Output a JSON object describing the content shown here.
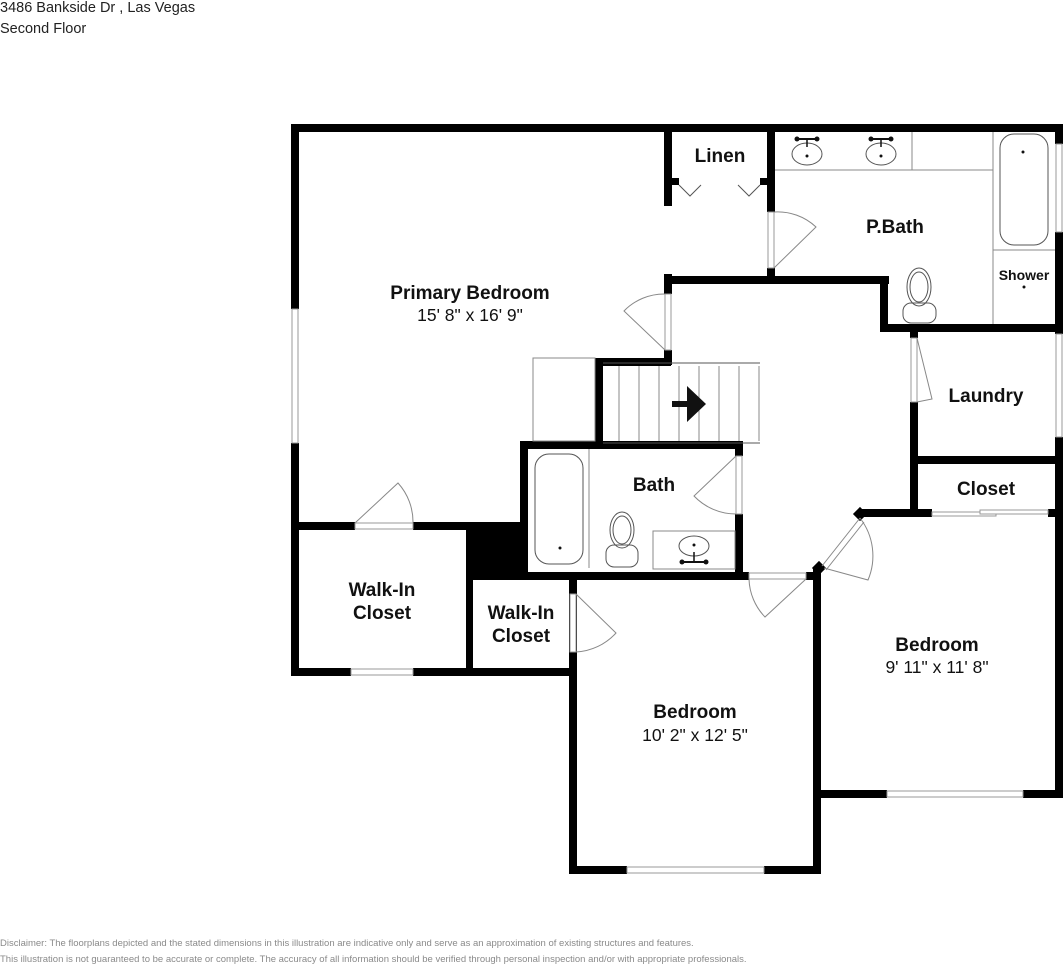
{
  "header": {
    "address": "3486 Bankside Dr , Las Vegas",
    "floor": "Second Floor"
  },
  "rooms": {
    "primary_bedroom": {
      "name": "Primary Bedroom",
      "dims": "15' 8\" x 16' 9\""
    },
    "linen": {
      "name": "Linen"
    },
    "p_bath": {
      "name": "P.Bath"
    },
    "shower": {
      "name": "Shower"
    },
    "laundry": {
      "name": "Laundry"
    },
    "closet": {
      "name": "Closet"
    },
    "bath": {
      "name": "Bath"
    },
    "walk_in_closet_1": {
      "line1": "Walk-In",
      "line2": "Closet"
    },
    "walk_in_closet_2": {
      "line1": "Walk-In",
      "line2": "Closet"
    },
    "bedroom_2": {
      "name": "Bedroom",
      "dims": "10' 2\" x 12' 5\""
    },
    "bedroom_3": {
      "name": "Bedroom",
      "dims": "9' 11\" x 11' 8\""
    }
  },
  "symbols": {
    "stairs_arrow": "arrow-right-icon"
  },
  "colors": {
    "wall": "#000000",
    "background": "#ffffff",
    "fixture_line": "#888888",
    "disclaimer_text": "#8a8a8a"
  },
  "footer": {
    "disclaimer_line1": "Disclaimer: The floorplans depicted and the stated dimensions in this illustration are indicative only and serve as an approximation of existing structures and features.",
    "disclaimer_line2": "This illustration is not guaranteed to be accurate or complete. The accuracy of all information should be verified through personal inspection and/or with appropriate professionals."
  }
}
